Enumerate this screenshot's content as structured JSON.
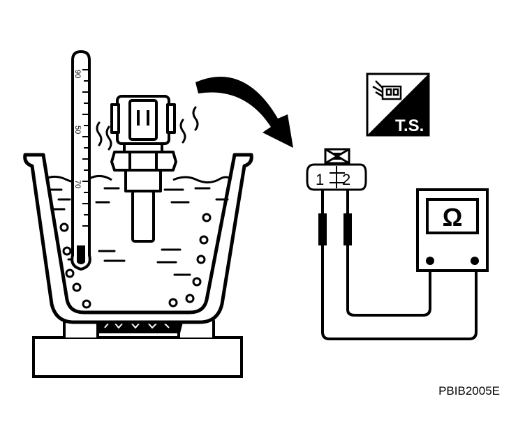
{
  "thermometer": {
    "tick_labels": [
      "90",
      "50",
      "70"
    ]
  },
  "connector": {
    "pins": [
      "1",
      "2"
    ]
  },
  "badge": {
    "label": "T.S.",
    "icon": "connector-icon"
  },
  "ohmmeter": {
    "symbol": "Ω"
  },
  "figure_code": "PBIB2005E"
}
